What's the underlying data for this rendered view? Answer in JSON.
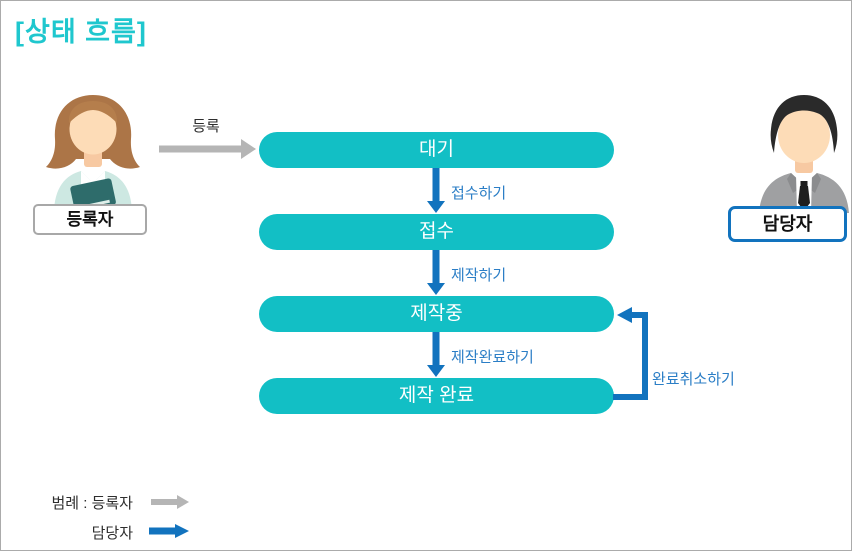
{
  "window": {
    "title": "[상태 흐름]"
  },
  "colors": {
    "teal": "#12BFC5",
    "title": "#1FC7CE",
    "blue": "#1273BE",
    "label_blue": "#2B7EC6",
    "gray": "#B5B5B5",
    "badge_gray": "#A8A8A8"
  },
  "actors": {
    "registrant": {
      "label": "등록자",
      "icon": "woman-figure-icon"
    },
    "manager": {
      "label": "담당자",
      "icon": "man-figure-icon"
    }
  },
  "flow": {
    "register": "등록",
    "states": [
      "대기",
      "접수",
      "제작중",
      "제작 완료"
    ],
    "transitions": [
      "접수하기",
      "제작하기",
      "제작완료하기"
    ],
    "cancel": "완료취소하기"
  },
  "legend": {
    "row1": "범례 : 등록자",
    "row2": "담당자"
  }
}
